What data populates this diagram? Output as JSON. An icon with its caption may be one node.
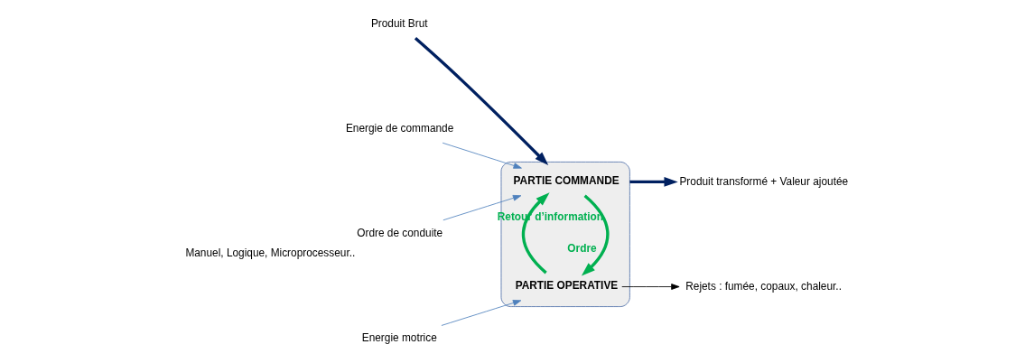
{
  "diagram": {
    "nodes": [
      {
        "text": [],
        "shape": "ellipse"
      },
      {
        "text": [
          "PARTIE COMMANDE"
        ],
        "in": 0
      },
      {
        "text": [
          "PARTIE OPERATIVE"
        ],
        "in": 0
      },
      {
        "text": [
          "Produit Brut"
        ]
      },
      {
        "text": [
          "Produit transformé + Valeur ajoutée"
        ]
      },
      {
        "text": [
          "Energie de commande"
        ]
      },
      {
        "text": [
          "Ordre de conduite"
        ],
        "beside": [
          "Manuel, Logique, Microprocesseur.."
        ]
      },
      {
        "text": [
          "Energie motrice"
        ]
      },
      {
        "text": [
          "Rejets : fumée, copaux, chaleur.."
        ]
      }
    ],
    "edges": [
      {
        "from": 3,
        "to": 0,
        "arrow": "to",
        "style": "thick",
        "color": "#002060"
      },
      {
        "from": 0,
        "to": 4,
        "arrow": "to",
        "style": "thick",
        "color": "#002060"
      },
      {
        "from": 5,
        "to": 1,
        "arrow": "to"
      },
      {
        "from": 6,
        "to": 1,
        "arrow": "to"
      },
      {
        "from": 7,
        "to": 2,
        "arrow": "to"
      },
      {
        "from": 2,
        "to": 8,
        "arrow": "to",
        "color": "#000000"
      },
      {
        "from": 1,
        "to": 2,
        "arrow": "to",
        "label": "Ordre",
        "style": "thick",
        "color": "#00b050"
      },
      {
        "from": 2,
        "to": 1,
        "arrow": "to",
        "label": "Retour d’information",
        "style": "thick",
        "color": "#00b050"
      }
    ]
  }
}
